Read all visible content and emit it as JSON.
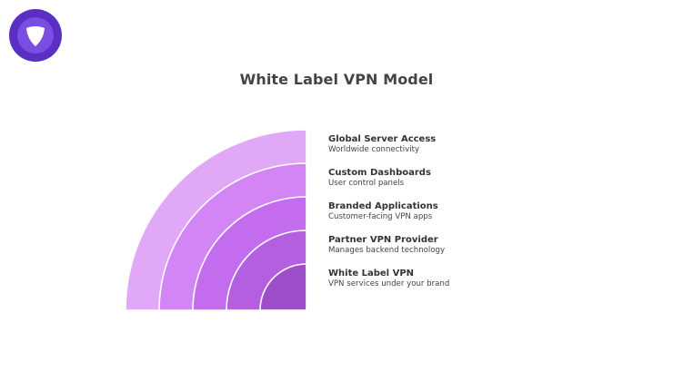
{
  "logo": {
    "icon": "app-logo-icon",
    "colors": {
      "outer": "#5b2fc4",
      "inner": "#7a4ee0",
      "mark": "#ffffff"
    }
  },
  "title": "White Label VPN Model",
  "layers": [
    {
      "title": "Global Server Access",
      "description": "Worldwide connectivity",
      "color": "#e0a8f7"
    },
    {
      "title": "Custom Dashboards",
      "description": "User control panels",
      "color": "#d384f5"
    },
    {
      "title": "Branded Applications",
      "description": "Customer-facing VPN apps",
      "color": "#c46cee"
    },
    {
      "title": "Partner VPN Provider",
      "description": "Manages backend technology",
      "color": "#b45ee0"
    },
    {
      "title": "White Label VPN",
      "description": "VPN services under your brand",
      "color": "#9c4fc8"
    }
  ]
}
